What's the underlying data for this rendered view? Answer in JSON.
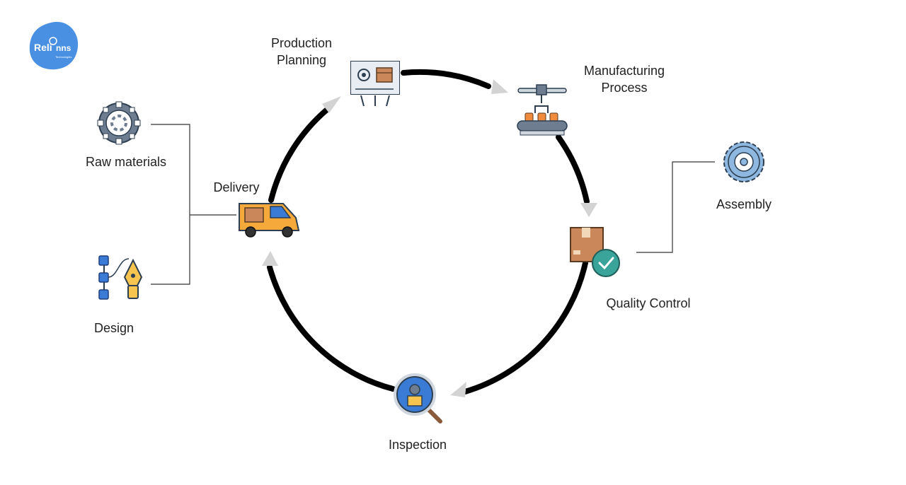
{
  "brand": {
    "logo_main": "Reli",
    "logo_suffix": "nns",
    "logo_sub": "Technologies",
    "color": "#4a90e2"
  },
  "cycle": {
    "stages": [
      {
        "id": "production-planning",
        "label_lines": [
          "Production",
          "Planning"
        ],
        "icon": "presentation-board-icon"
      },
      {
        "id": "manufacturing-process",
        "label_lines": [
          "Manufacturing",
          "Process"
        ],
        "icon": "robotic-arm-conveyor-icon"
      },
      {
        "id": "quality-control",
        "label_lines": [
          "Quality Control"
        ],
        "icon": "checked-box-icon"
      },
      {
        "id": "inspection",
        "label_lines": [
          "Inspection"
        ],
        "icon": "magnifier-icon"
      },
      {
        "id": "delivery",
        "label_lines": [
          "Delivery"
        ],
        "icon": "delivery-van-icon"
      }
    ]
  },
  "inputs": {
    "raw_materials": {
      "label": "Raw materials",
      "icon": "gear-ring-icon"
    },
    "design": {
      "label": "Design",
      "icon": "pen-tool-icon"
    }
  },
  "side": {
    "assembly": {
      "label": "Assembly",
      "icon": "cog-icon"
    }
  },
  "colors": {
    "ring": "#000000",
    "arrow": "#d3d3d3",
    "connector": "#333333",
    "van": "#f6a93b",
    "box": "#c9875a",
    "check": "#3aa39a",
    "gear": "#6e7d90",
    "blue": "#3a7bd5"
  }
}
